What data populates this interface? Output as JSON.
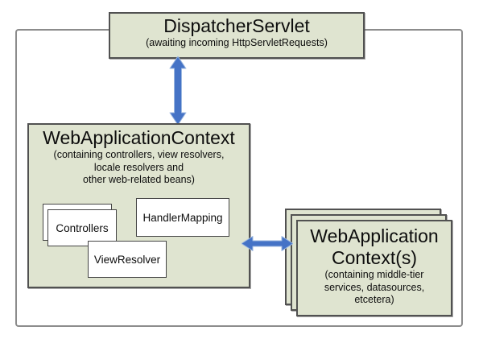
{
  "colors": {
    "box_fill": "#dfe4d0",
    "box_border": "#515151",
    "white_box_border": "#454545",
    "frame_border": "#8c8c8c",
    "arrow_blue": "#4573c6",
    "text": "#0d0d0d"
  },
  "dispatcher": {
    "title": "DispatcherServlet",
    "subtitle": "(awaiting incoming HttpServletRequests)"
  },
  "web_app_context": {
    "title": "WebApplicationContext",
    "subtitle": "(containing controllers, view resolvers,\nlocale resolvers and\nother web-related beans)",
    "beans": {
      "controllers": "Controllers",
      "handler_mapping": "HandlerMapping",
      "view_resolver": "ViewResolver"
    }
  },
  "middle_tier_contexts": {
    "title": "WebApplication\nContext(s)",
    "subtitle": "(containing middle-tier\nservices, datasources,\netcetera)"
  }
}
